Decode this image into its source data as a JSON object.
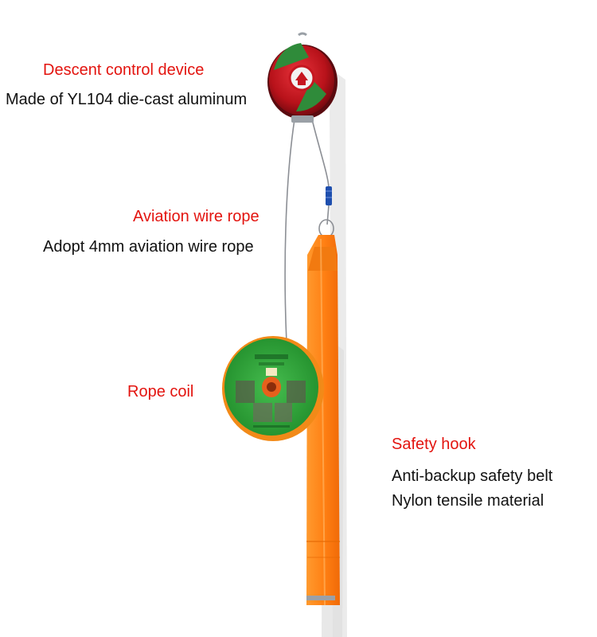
{
  "labels": {
    "descent": {
      "title": "Descent control device",
      "desc": "Made of YL104 die-cast aluminum"
    },
    "wire": {
      "title": "Aviation wire rope",
      "desc": "Adopt 4mm aviation wire rope"
    },
    "coil": {
      "title": "Rope coil"
    },
    "hook": {
      "title": "Safety hook",
      "desc1": "Anti-backup safety belt",
      "desc2": "Nylon tensile material"
    }
  },
  "colors": {
    "title_red": "#e3140f",
    "text_dark": "#111111",
    "device_red": "#b8121a",
    "coil_green": "#2fa53a",
    "strap_orange": "#ff8a1e",
    "shadow": "#d9d9d9"
  }
}
